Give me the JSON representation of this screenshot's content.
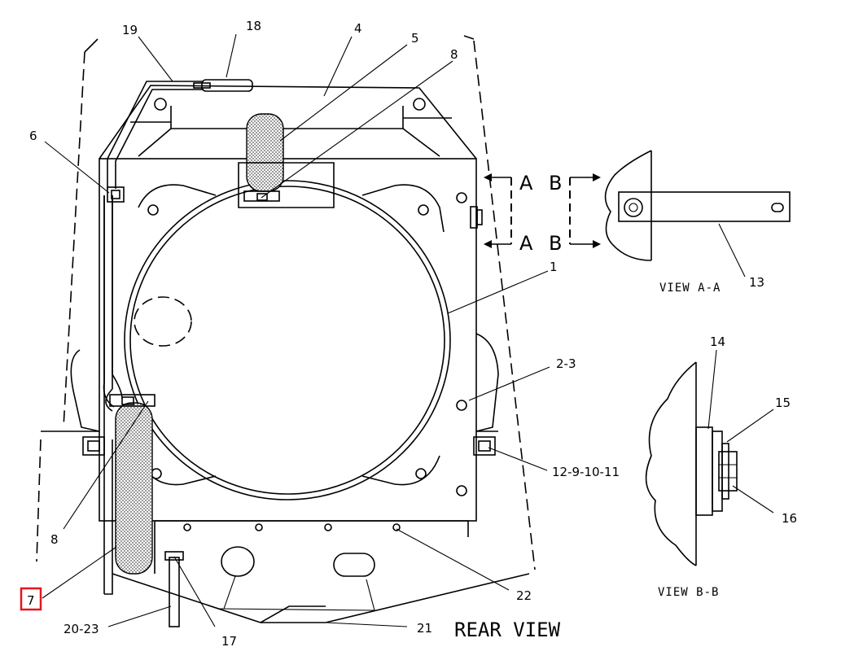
{
  "callouts": {
    "c1": "1",
    "c2_3": "2-3",
    "c4": "4",
    "c5": "5",
    "c6": "6",
    "c7": "7",
    "c8_top": "8",
    "c8_bottom": "8",
    "c12_9_10_11": "12-9-10-11",
    "c13": "13",
    "c14": "14",
    "c15": "15",
    "c16": "16",
    "c17": "17",
    "c18": "18",
    "c19": "19",
    "c20_23": "20-23",
    "c21": "21",
    "c22": "22"
  },
  "section_marks": {
    "a_top": "A",
    "b_top": "B",
    "a_bottom": "A",
    "b_bottom": "B"
  },
  "view_labels": {
    "view_aa": "VIEW A-A",
    "view_bb": "VIEW B-B",
    "rear_view": "REAR VIEW"
  },
  "highlight": {
    "callout": "7",
    "color": "#e8141c"
  }
}
